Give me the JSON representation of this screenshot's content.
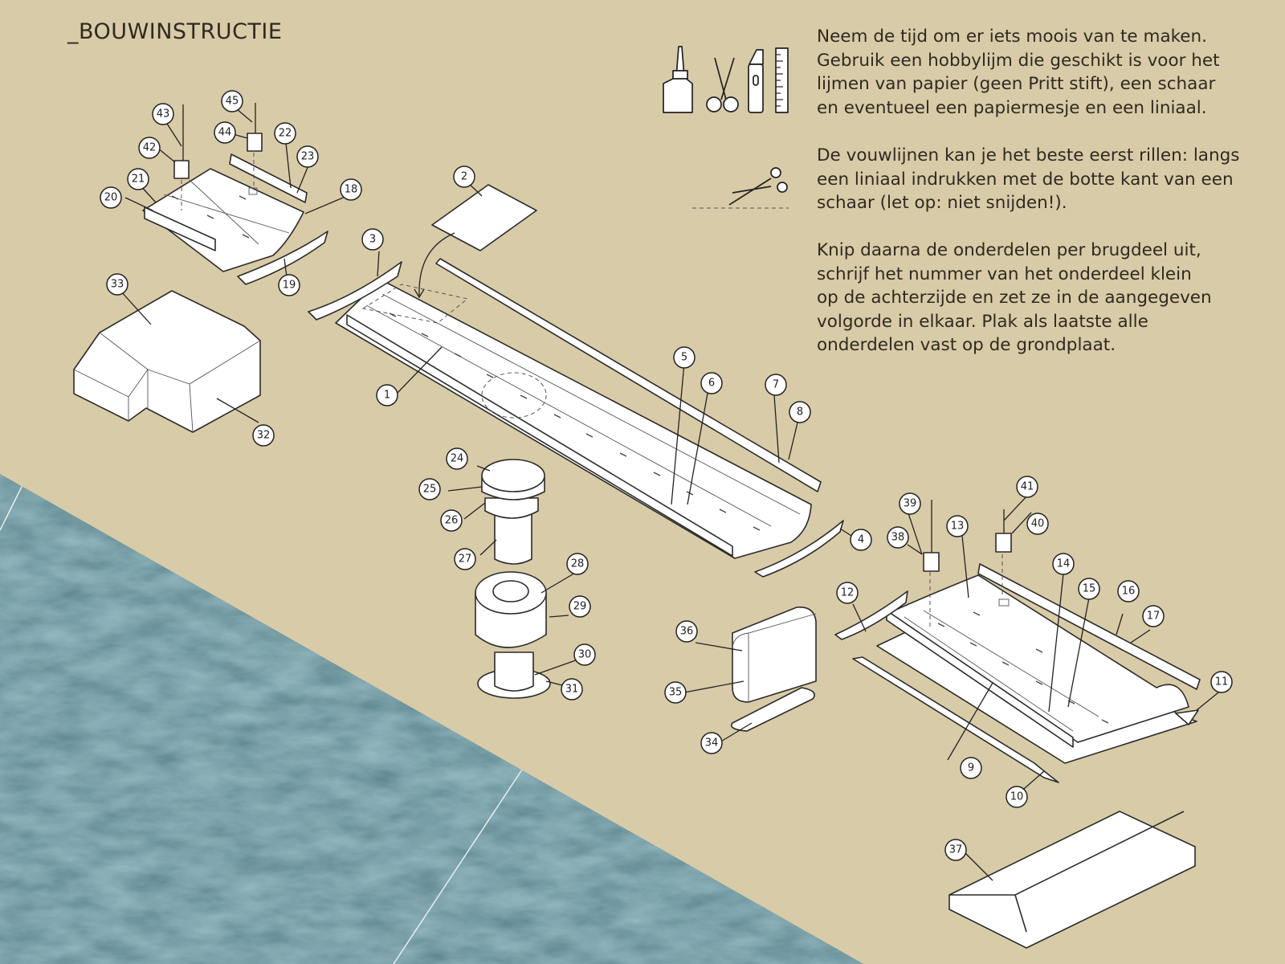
{
  "title": "_BOUWINSTRUCTIE",
  "instructions": {
    "p1": [
      "Neem de tijd om er iets moois van te maken.",
      "Gebruik een hobbylijm die geschikt is voor het",
      "lijmen van papier (geen Pritt stift), een schaar",
      "en eventueel een papiermesje en een liniaal."
    ],
    "p2": [
      "De vouwlijnen kan je het beste eerst rillen: langs",
      "een liniaal indrukken met de botte kant van een",
      "schaar (let op: niet snijden!)."
    ],
    "p3": [
      "Knip daarna de onderdelen per brugdeel uit,",
      "schrijf het nummer van het onderdeel klein",
      "op de achterzijde en zet ze in de aangegeven",
      "volgorde in elkaar. Plak als laatste alle",
      "onderdelen vast op de grondplaat."
    ]
  },
  "tool_icons": [
    "glue-bottle-icon",
    "scissors-icon",
    "craft-knife-icon",
    "ruler-icon",
    "cut-line-scissors-icon"
  ],
  "colors": {
    "background": "#d8cba7",
    "water": "#3f6a72",
    "line": "#2b2b2b",
    "paper": "#ffffff"
  },
  "callouts": [
    {
      "n": "1"
    },
    {
      "n": "2"
    },
    {
      "n": "3"
    },
    {
      "n": "4"
    },
    {
      "n": "5"
    },
    {
      "n": "6"
    },
    {
      "n": "7"
    },
    {
      "n": "8"
    },
    {
      "n": "9"
    },
    {
      "n": "10"
    },
    {
      "n": "11"
    },
    {
      "n": "12"
    },
    {
      "n": "13"
    },
    {
      "n": "14"
    },
    {
      "n": "15"
    },
    {
      "n": "16"
    },
    {
      "n": "17"
    },
    {
      "n": "18"
    },
    {
      "n": "19"
    },
    {
      "n": "20"
    },
    {
      "n": "21"
    },
    {
      "n": "22"
    },
    {
      "n": "23"
    },
    {
      "n": "24"
    },
    {
      "n": "25"
    },
    {
      "n": "26"
    },
    {
      "n": "27"
    },
    {
      "n": "28"
    },
    {
      "n": "29"
    },
    {
      "n": "30"
    },
    {
      "n": "31"
    },
    {
      "n": "32"
    },
    {
      "n": "33"
    },
    {
      "n": "34"
    },
    {
      "n": "35"
    },
    {
      "n": "36"
    },
    {
      "n": "37"
    },
    {
      "n": "38"
    },
    {
      "n": "39"
    },
    {
      "n": "40"
    },
    {
      "n": "41"
    },
    {
      "n": "42"
    },
    {
      "n": "43"
    },
    {
      "n": "44"
    },
    {
      "n": "45"
    }
  ]
}
